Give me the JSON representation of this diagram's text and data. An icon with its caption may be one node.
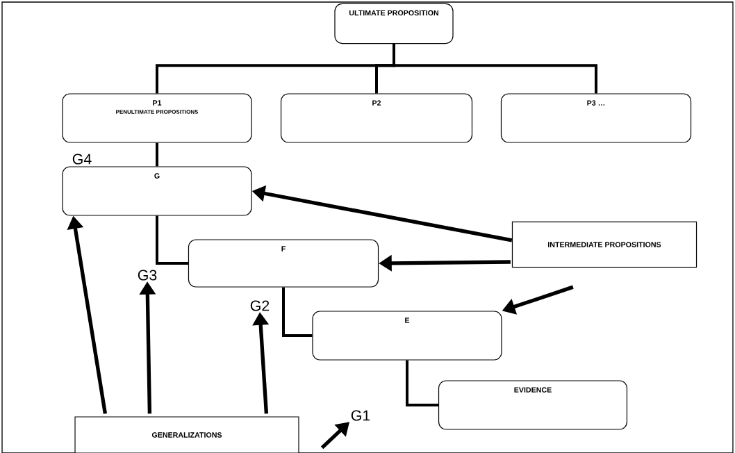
{
  "diagram": {
    "nodes": [
      {
        "text": [
          "ULTIMATE PROPOSITION"
        ]
      },
      {
        "text": [
          "P1",
          "PENULTIMATE PROPOSITIONS"
        ]
      },
      {
        "text": [
          "P2"
        ]
      },
      {
        "text": [
          "P3 …"
        ]
      },
      {
        "text": [
          "G"
        ]
      },
      {
        "text": [
          "F"
        ]
      },
      {
        "text": [
          "E"
        ]
      },
      {
        "text": [
          "EVIDENCE"
        ]
      },
      {
        "text": [
          "INTERMEDIATE PROPOSITIONS"
        ]
      },
      {
        "text": [
          "GENERALIZATIONS"
        ]
      },
      {
        "text": [
          "G3"
        ]
      },
      {
        "text": [
          "G2"
        ]
      },
      {
        "text": [
          "G1"
        ]
      }
    ],
    "edges": [
      {
        "from": 0,
        "to": 1,
        "arrow": "none"
      },
      {
        "from": 0,
        "to": 2,
        "arrow": "none"
      },
      {
        "from": 0,
        "to": 3,
        "arrow": "none"
      },
      {
        "from": 1,
        "to": 4,
        "arrow": "none"
      },
      {
        "from": 4,
        "to": 5,
        "arrow": "none"
      },
      {
        "from": 5,
        "to": 6,
        "arrow": "none"
      },
      {
        "from": 6,
        "to": 7,
        "arrow": "none"
      },
      {
        "from": 8,
        "to": 4,
        "arrow": "to"
      },
      {
        "from": 8,
        "to": 5,
        "arrow": "to"
      },
      {
        "from": 8,
        "to": 6,
        "arrow": "to"
      },
      {
        "from": 9,
        "to": 4,
        "arrow": "to"
      },
      {
        "from": 9,
        "to": 10,
        "arrow": "to"
      },
      {
        "from": 9,
        "to": 11,
        "arrow": "to"
      },
      {
        "from": 9,
        "to": 12,
        "arrow": "to"
      }
    ],
    "labels": [
      "G4"
    ]
  }
}
